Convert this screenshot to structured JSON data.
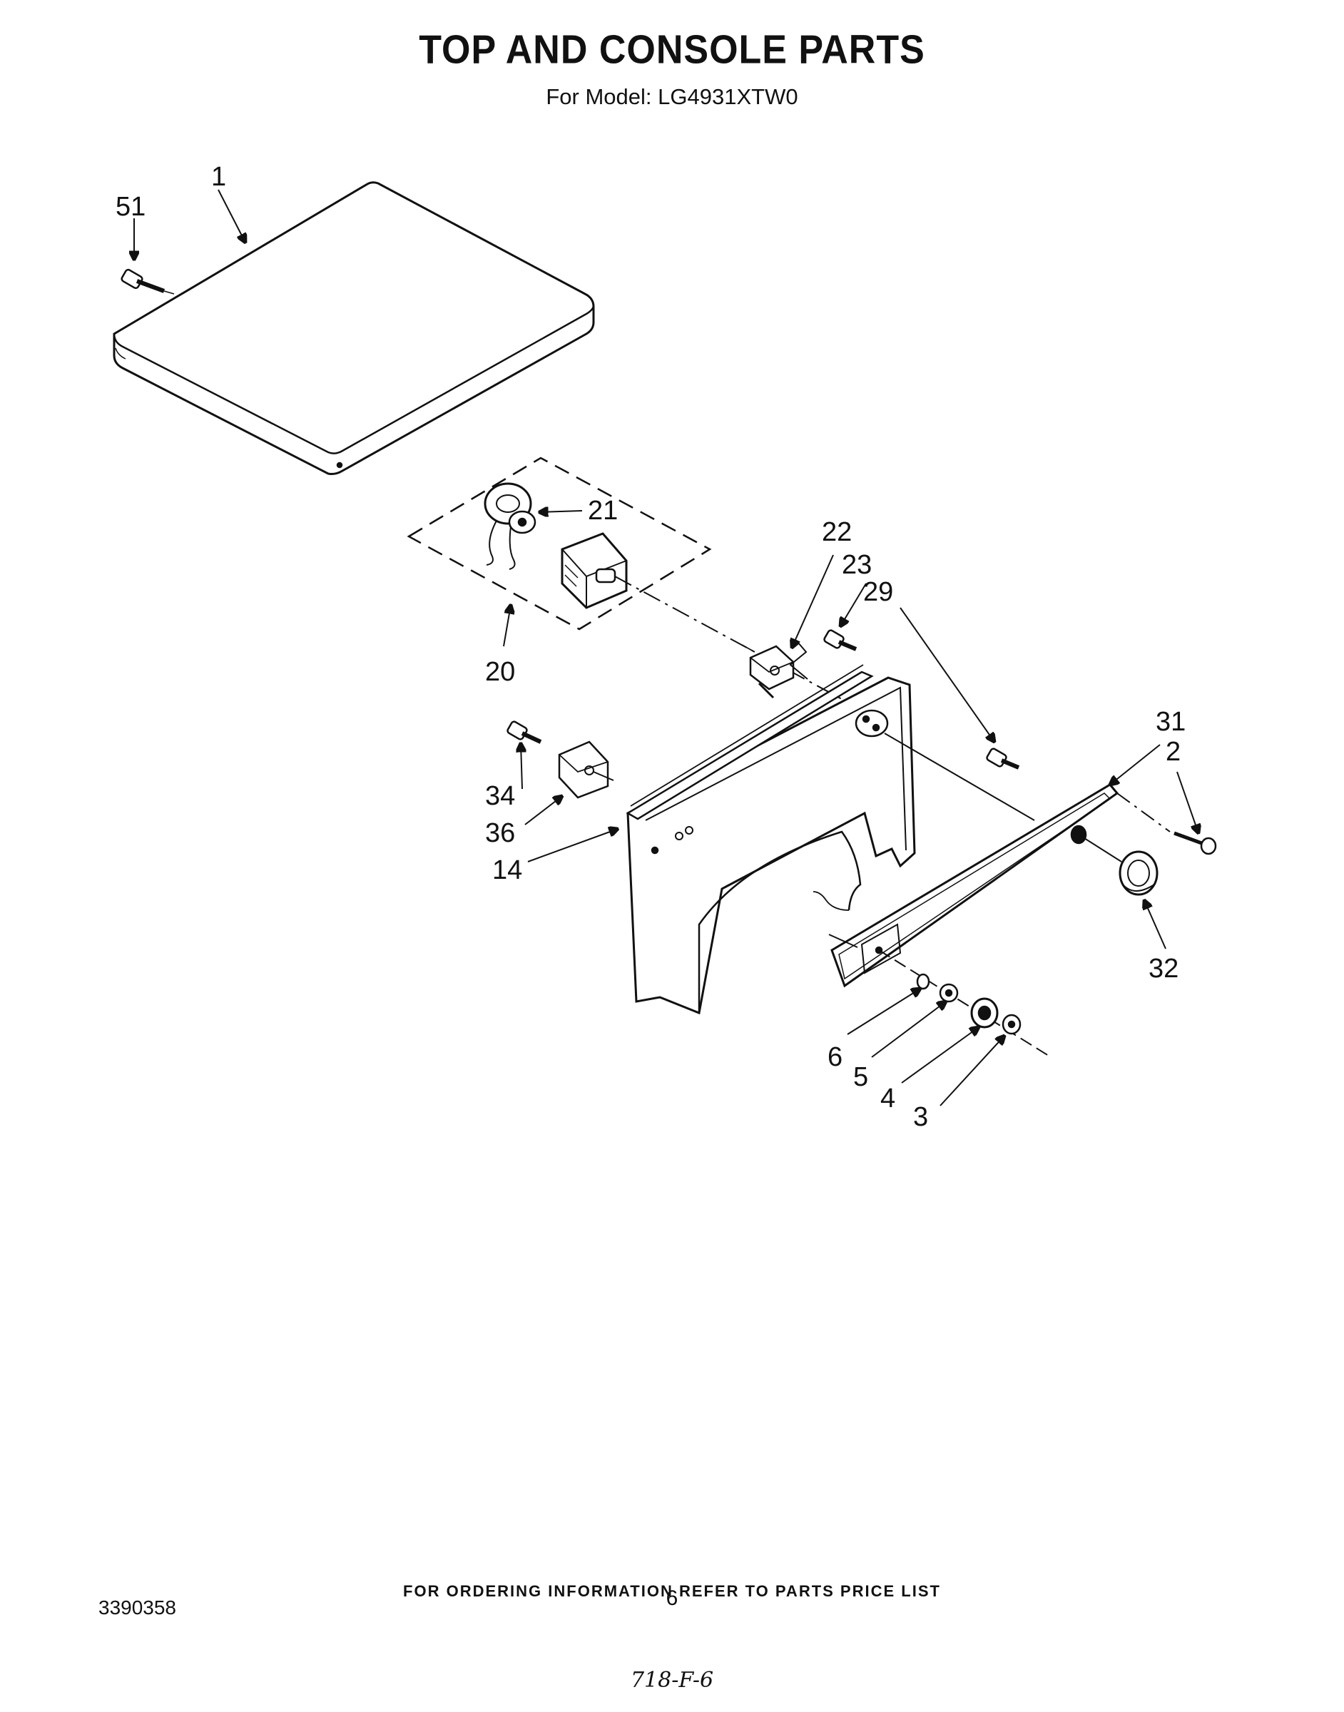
{
  "header": {
    "title": "TOP AND CONSOLE PARTS",
    "model_label": "For Model:",
    "model_number": "LG4931XTW0"
  },
  "callouts": {
    "c51": "51",
    "c1": "1",
    "c21": "21",
    "c20": "20",
    "c22": "22",
    "c23": "23",
    "c29": "29",
    "c31": "31",
    "c2": "2",
    "c34": "34",
    "c36": "36",
    "c14": "14",
    "c32": "32",
    "c6": "6",
    "c5": "5",
    "c4": "4",
    "c3": "3"
  },
  "footer": {
    "ordering_note": "FOR ORDERING INFORMATION REFER TO PARTS PRICE LIST",
    "doc_number": "3390358",
    "page_number": "6",
    "handwritten": "718-F-6"
  }
}
